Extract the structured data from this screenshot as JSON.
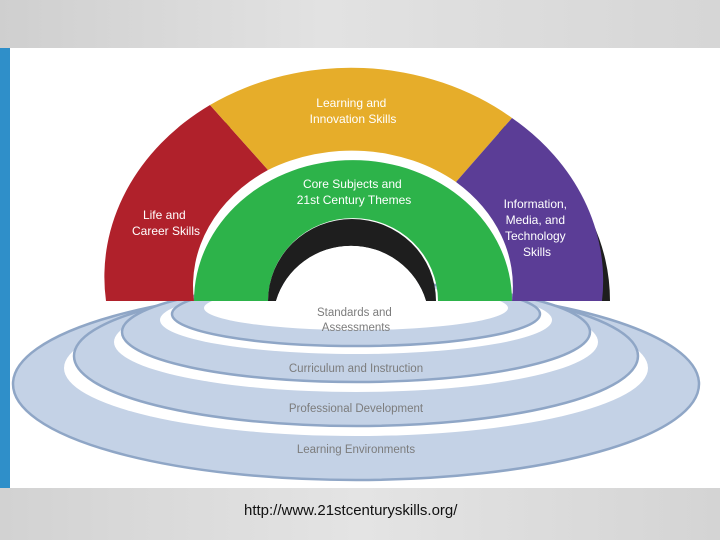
{
  "diagram": {
    "arch": {
      "life_career": [
        "Life and",
        "Career Skills"
      ],
      "learning_innovation": [
        "Learning and",
        "Innovation Skills"
      ],
      "information_media": [
        "Information,",
        "Media, and",
        "Technology",
        "Skills"
      ],
      "core_subjects": [
        "Core Subjects and",
        "21st Century Themes"
      ]
    },
    "rings": {
      "standards": [
        "Standards and",
        "Assessments"
      ],
      "curriculum": "Curriculum and Instruction",
      "professional": "Professional Development",
      "environments": "Learning Environments"
    },
    "colors": {
      "red": "#b0212b",
      "yellow": "#e6ad2a",
      "purple": "#5b3d96",
      "green": "#2db34a",
      "ring_fill": "#c4d2e6",
      "ring_edge": "#8fa6c6"
    }
  },
  "footer": {
    "source_url": "http://www.21stcenturyskills.org/"
  }
}
